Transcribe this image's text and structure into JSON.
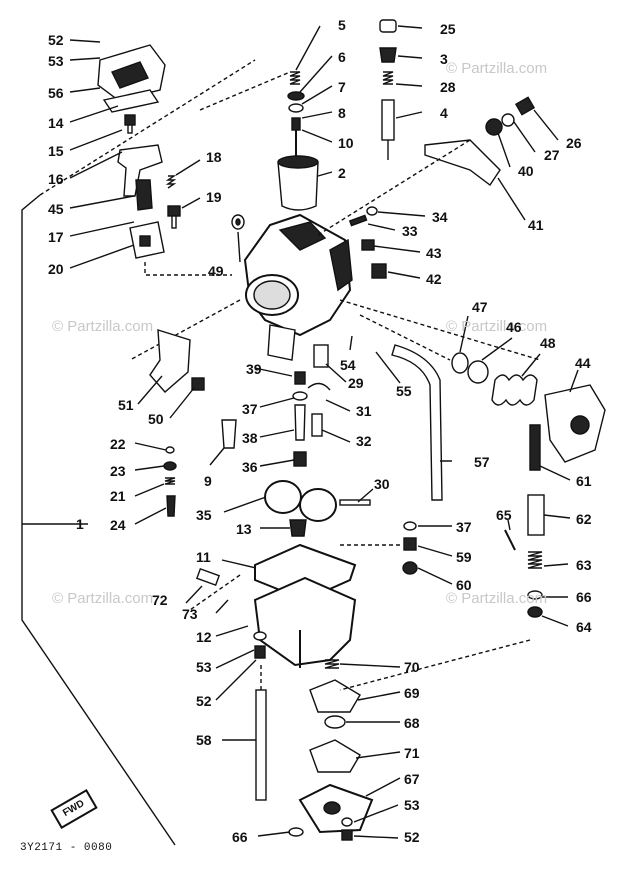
{
  "diagram": {
    "drawing_code": "3Y2171 - 0080",
    "fwd_label": "FWD",
    "watermark": "© Partzilla.com",
    "callouts": [
      "52",
      "53",
      "56",
      "14",
      "15",
      "16",
      "45",
      "17",
      "20",
      "18",
      "19",
      "5",
      "6",
      "7",
      "8",
      "10",
      "2",
      "25",
      "3",
      "28",
      "4",
      "26",
      "27",
      "40",
      "41",
      "34",
      "33",
      "43",
      "42",
      "49",
      "47",
      "46",
      "48",
      "44",
      "54",
      "55",
      "29",
      "39",
      "37",
      "38",
      "36",
      "31",
      "32",
      "9",
      "51",
      "50",
      "22",
      "23",
      "21",
      "24",
      "35",
      "13",
      "30",
      "57",
      "61",
      "62",
      "37",
      "59",
      "60",
      "65",
      "63",
      "66",
      "64",
      "11",
      "72",
      "73",
      "12",
      "53",
      "52",
      "70",
      "69",
      "68",
      "71",
      "67",
      "58",
      "53",
      "66",
      "52",
      "1"
    ]
  }
}
